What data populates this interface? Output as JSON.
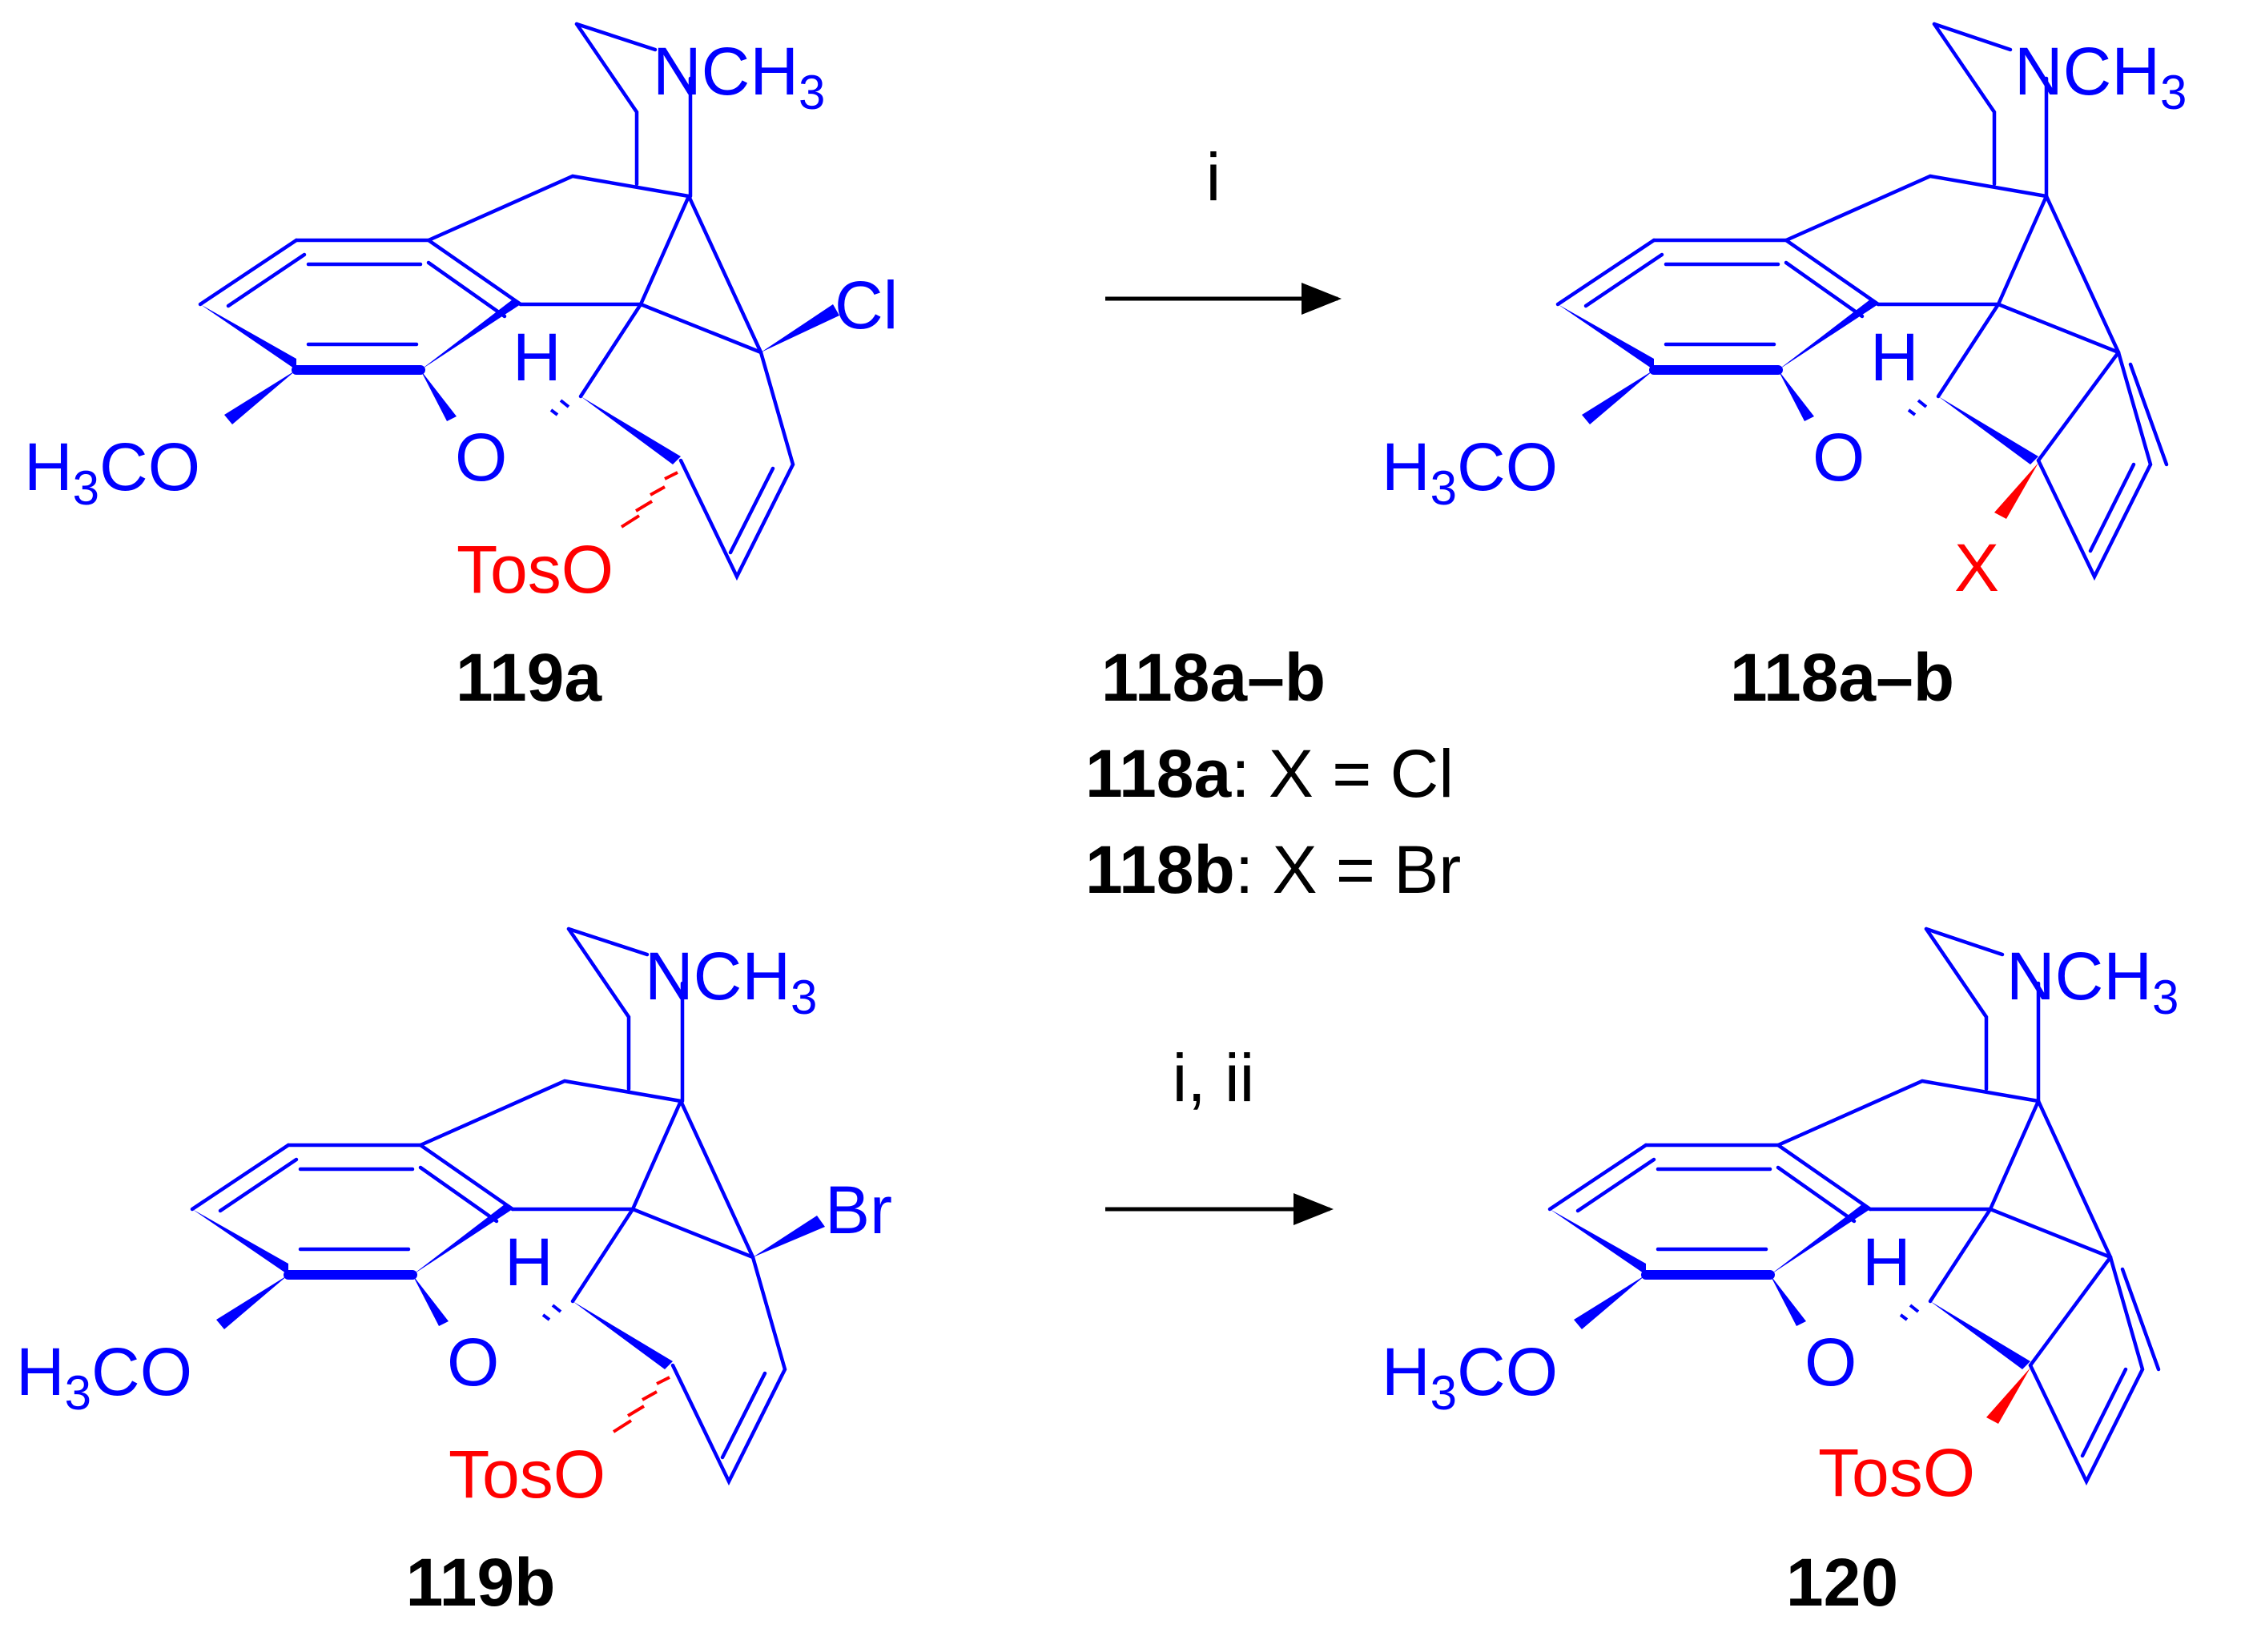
{
  "colors": {
    "skeleton": "#0000ff",
    "leaving_group": "#ff0000",
    "text": "#000000"
  },
  "compounds": {
    "c119a": {
      "number": "119a",
      "n_label": "NCH",
      "n_sub": "3",
      "halogen": "Cl",
      "ome_h": "H",
      "ome_sub": "3",
      "ome_co": "CO",
      "oxygen": "O",
      "hydrogen": "H",
      "tos": "TosO"
    },
    "c118": {
      "number": "118a–b",
      "n_label": "NCH",
      "n_sub": "3",
      "ome_h": "H",
      "ome_sub": "3",
      "ome_co": "CO",
      "oxygen": "O",
      "hydrogen": "H",
      "x": "X"
    },
    "c119b": {
      "number": "119b",
      "n_label": "NCH",
      "n_sub": "3",
      "halogen": "Br",
      "ome_h": "H",
      "ome_sub": "3",
      "ome_co": "CO",
      "oxygen": "O",
      "hydrogen": "H",
      "tos": "TosO"
    },
    "c120": {
      "number": "120",
      "n_label": "NCH",
      "n_sub": "3",
      "ome_h": "H",
      "ome_sub": "3",
      "ome_co": "CO",
      "oxygen": "O",
      "hydrogen": "H",
      "tos": "TosO"
    }
  },
  "reactions": {
    "top": {
      "reagent": "i"
    },
    "bottom": {
      "reagent": "i, ii"
    }
  },
  "legend": {
    "title": "118a–b",
    "entries": [
      {
        "compound": "118a",
        "text": ": X = Cl"
      },
      {
        "compound": "118b",
        "text": ": X = Br"
      }
    ]
  }
}
